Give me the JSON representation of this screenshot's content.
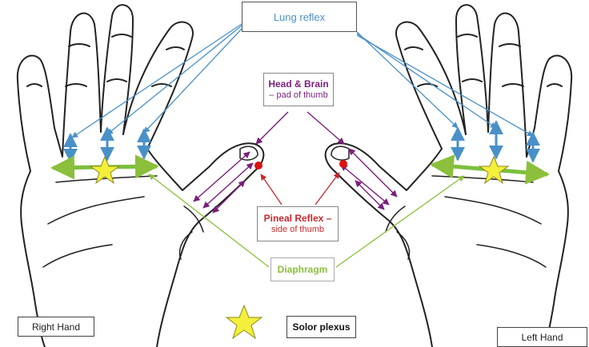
{
  "labels": {
    "lung_reflex": "Lung reflex",
    "head_brain_title": "Head & Brain",
    "head_brain_sub": "– pad of thumb",
    "pineal_title": "Pineal Reflex –",
    "pineal_sub": "side of thumb",
    "diaphragm": "Diaphragm",
    "right_hand": "Right Hand",
    "left_hand": "Left Hand",
    "legend_solar_plexus": "Solor plexus"
  },
  "colors": {
    "outline": "#222222",
    "lung_arrow": "#4a90c8",
    "head_arrow": "#7a1f7a",
    "pineal_arrow": "#c8282d",
    "diaphragm_arrow": "#8bbf3c",
    "diaphragm_bar": "#7cbf3c",
    "star_fill": "#f4ef3a",
    "star_stroke": "#8a8a20",
    "pineal_dot": "#dd1111"
  }
}
